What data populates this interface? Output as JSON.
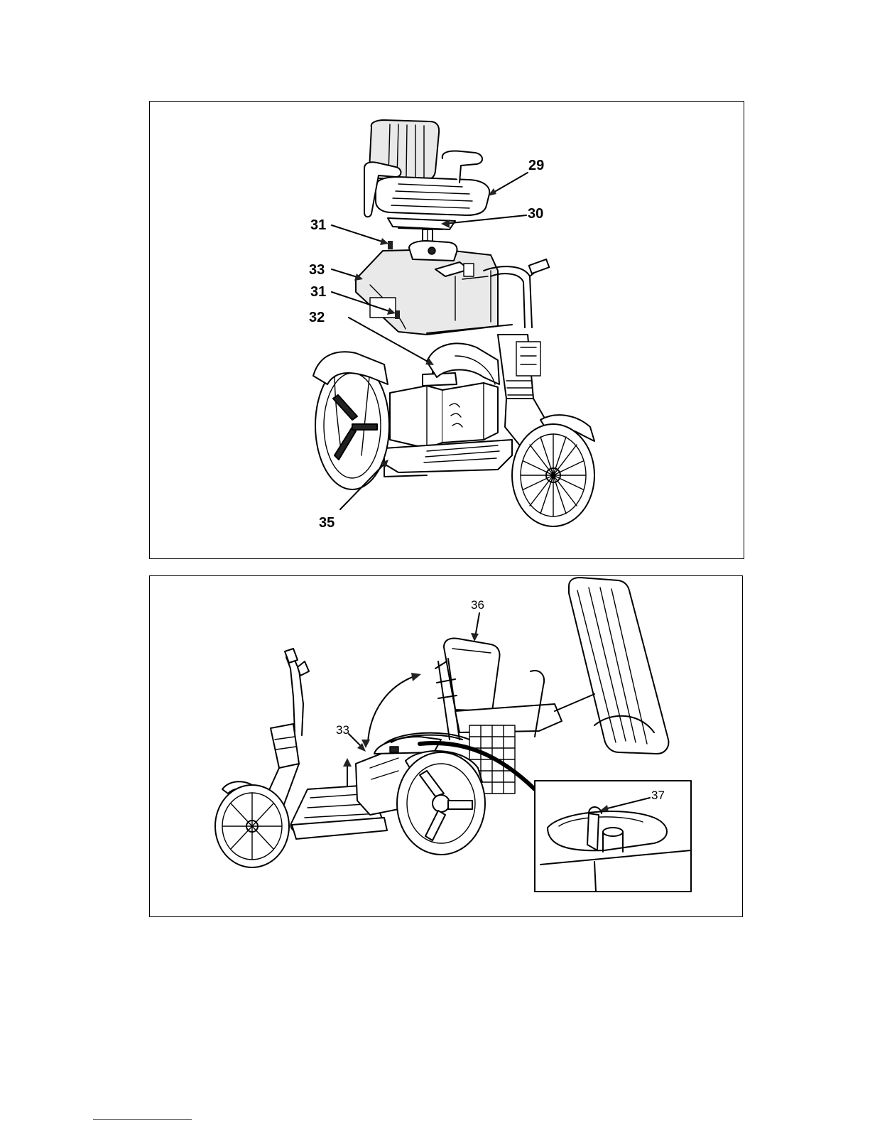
{
  "figure1": {
    "callouts": {
      "c29": "29",
      "c30": "30",
      "c31a": "31",
      "c33": "33",
      "c31b": "31",
      "c32": "32",
      "c35": "35"
    }
  },
  "figure2": {
    "callouts": {
      "c36": "36",
      "c33": "33",
      "c37": "37"
    }
  },
  "colors": {
    "line": "#000000",
    "footer_rule": "#1f3bd1"
  }
}
